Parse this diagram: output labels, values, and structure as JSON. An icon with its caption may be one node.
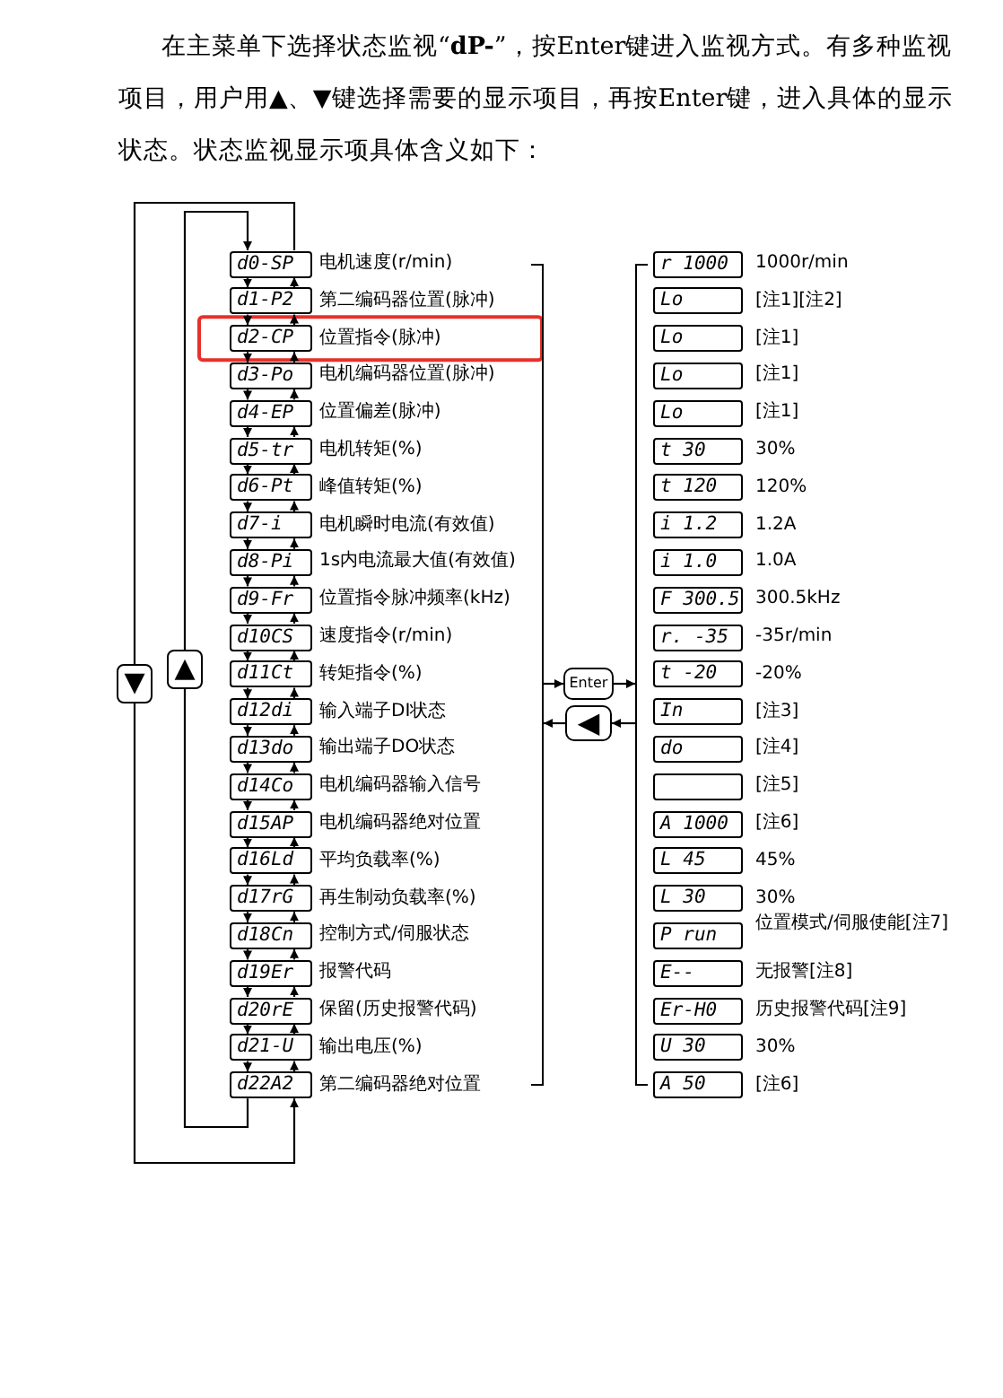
{
  "diagram": {
    "nodes": [
      {
        "text": [
          "d0-SP"
        ],
        "beside": [
          "电机速度(r/min)"
        ]
      },
      {
        "text": [
          "d1-P2"
        ],
        "beside": [
          "第二编码器位置(脉冲)"
        ]
      },
      {
        "text": [
          "d2-CP"
        ],
        "beside": [
          "位置指令(脉冲)"
        ]
      },
      {
        "text": [
          "d3-Po"
        ],
        "beside": [
          "电机编码器位置(脉冲)"
        ]
      },
      {
        "text": [
          "d4-EP"
        ],
        "beside": [
          "位置偏差(脉冲)"
        ]
      },
      {
        "text": [
          "d5-tr"
        ],
        "beside": [
          "电机转矩(%)"
        ]
      },
      {
        "text": [
          "d6-Pt"
        ],
        "beside": [
          "峰值转矩(%)"
        ]
      },
      {
        "text": [
          "d7-i"
        ],
        "beside": [
          "电机瞬时电流(有效值)"
        ]
      },
      {
        "text": [
          "d8-Pi"
        ],
        "beside": [
          "1s内电流最大值(有效值)"
        ]
      },
      {
        "text": [
          "d9-Fr"
        ],
        "beside": [
          "位置指令脉冲频率(kHz)"
        ]
      },
      {
        "text": [
          "d10CS"
        ],
        "beside": [
          "速度指令(r/min)"
        ]
      },
      {
        "text": [
          "d11Ct"
        ],
        "beside": [
          "转矩指令(%)"
        ]
      },
      {
        "text": [
          "d12di"
        ],
        "beside": [
          "输入端子DI状态"
        ]
      },
      {
        "text": [
          "d13do"
        ],
        "beside": [
          "输出端子DO状态"
        ]
      },
      {
        "text": [
          "d14Co"
        ],
        "beside": [
          "电机编码器输入信号"
        ]
      },
      {
        "text": [
          "d15AP"
        ],
        "beside": [
          "电机编码器绝对位置"
        ]
      },
      {
        "text": [
          "d16Ld"
        ],
        "beside": [
          "平均负载率(%)"
        ]
      },
      {
        "text": [
          "d17rG"
        ],
        "beside": [
          "再生制动负载率(%)"
        ]
      },
      {
        "text": [
          "d18Cn"
        ],
        "beside": [
          "控制方式/伺服状态"
        ]
      },
      {
        "text": [
          "d19Er"
        ],
        "beside": [
          "报警代码"
        ]
      },
      {
        "text": [
          "d20rE"
        ],
        "beside": [
          "保留(历史报警代码)"
        ]
      },
      {
        "text": [
          "d21-U"
        ],
        "beside": [
          "输出电压(%)"
        ]
      },
      {
        "text": [
          "d22A2"
        ],
        "beside": [
          "第二编码器绝对位置"
        ]
      },
      {
        "text": [
          "r 1000"
        ],
        "beside": [
          "1000r/min"
        ]
      },
      {
        "text": [
          "Lo"
        ],
        "beside": [
          "[注1][注2]"
        ]
      },
      {
        "text": [
          "Lo"
        ],
        "beside": [
          "[注1]"
        ]
      },
      {
        "text": [
          "Lo"
        ],
        "beside": [
          "[注1]"
        ]
      },
      {
        "text": [
          "Lo"
        ],
        "beside": [
          "[注1]"
        ]
      },
      {
        "text": [
          "t 30"
        ],
        "beside": [
          "30%"
        ]
      },
      {
        "text": [
          "t 120"
        ],
        "beside": [
          "120%"
        ]
      },
      {
        "text": [
          "i 1.2"
        ],
        "beside": [
          "1.2A"
        ]
      },
      {
        "text": [
          "i 1.0"
        ],
        "beside": [
          "1.0A"
        ]
      },
      {
        "text": [
          "F 300.5"
        ],
        "beside": [
          "300.5kHz"
        ]
      },
      {
        "text": [
          "r. -35"
        ],
        "beside": [
          "-35r/min"
        ]
      },
      {
        "text": [
          "t -20"
        ],
        "beside": [
          "-20%"
        ]
      },
      {
        "text": [
          "In"
        ],
        "beside": [
          "[注3]"
        ]
      },
      {
        "text": [
          "do"
        ],
        "beside": [
          "[注4]"
        ]
      },
      {
        "text": [],
        "shape": "box",
        "beside": [
          "[注5]"
        ]
      },
      {
        "text": [
          "A 1000"
        ],
        "beside": [
          "[注6]"
        ]
      },
      {
        "text": [
          "L 45"
        ],
        "beside": [
          "45%"
        ]
      },
      {
        "text": [
          "L 30"
        ],
        "beside": [
          "30%"
        ]
      },
      {
        "text": [
          "P run"
        ],
        "beside": [
          "位置模式/伺服使能[注7]"
        ]
      },
      {
        "text": [
          "E--"
        ],
        "beside": [
          "无报警[注8]"
        ]
      },
      {
        "text": [
          "Er-H0"
        ],
        "beside": [
          "历史报警代码[注9]"
        ]
      },
      {
        "text": [
          "U 30"
        ],
        "beside": [
          "30%"
        ]
      },
      {
        "text": [
          "A 50"
        ],
        "beside": [
          "[注6]"
        ]
      },
      {
        "text": [
          "Enter"
        ]
      },
      {
        "text": [
          "◀"
        ]
      },
      {
        "text": [],
        "shape": "bar"
      },
      {
        "text": [],
        "shape": "bar"
      }
    ],
    "edges": [
      {
        "from": 0,
        "to": 1,
        "arrow": "to"
      },
      {
        "from": 1,
        "to": 0,
        "arrow": "to"
      },
      {
        "from": 1,
        "to": 2,
        "arrow": "to"
      },
      {
        "from": 2,
        "to": 1,
        "arrow": "to"
      },
      {
        "from": 2,
        "to": 3,
        "arrow": "to"
      },
      {
        "from": 3,
        "to": 2,
        "arrow": "to"
      },
      {
        "from": 3,
        "to": 4,
        "arrow": "to"
      },
      {
        "from": 4,
        "to": 3,
        "arrow": "to"
      },
      {
        "from": 4,
        "to": 5,
        "arrow": "to"
      },
      {
        "from": 5,
        "to": 4,
        "arrow": "to"
      },
      {
        "from": 5,
        "to": 6,
        "arrow": "to"
      },
      {
        "from": 6,
        "to": 5,
        "arrow": "to"
      },
      {
        "from": 6,
        "to": 7,
        "arrow": "to"
      },
      {
        "from": 7,
        "to": 6,
        "arrow": "to"
      },
      {
        "from": 7,
        "to": 8,
        "arrow": "to"
      },
      {
        "from": 8,
        "to": 7,
        "arrow": "to"
      },
      {
        "from": 8,
        "to": 9,
        "arrow": "to"
      },
      {
        "from": 9,
        "to": 8,
        "arrow": "to"
      },
      {
        "from": 9,
        "to": 10,
        "arrow": "to"
      },
      {
        "from": 10,
        "to": 9,
        "arrow": "to"
      },
      {
        "from": 10,
        "to": 11,
        "arrow": "to"
      },
      {
        "from": 11,
        "to": 10,
        "arrow": "to"
      },
      {
        "from": 11,
        "to": 12,
        "arrow": "to"
      },
      {
        "from": 12,
        "to": 11,
        "arrow": "to"
      },
      {
        "from": 12,
        "to": 13,
        "arrow": "to"
      },
      {
        "from": 13,
        "to": 12,
        "arrow": "to"
      },
      {
        "from": 13,
        "to": 14,
        "arrow": "to"
      },
      {
        "from": 14,
        "to": 13,
        "arrow": "to"
      },
      {
        "from": 14,
        "to": 15,
        "arrow": "to"
      },
      {
        "from": 15,
        "to": 14,
        "arrow": "to"
      },
      {
        "from": 15,
        "to": 16,
        "arrow": "to"
      },
      {
        "from": 16,
        "to": 15,
        "arrow": "to"
      },
      {
        "from": 16,
        "to": 17,
        "arrow": "to"
      },
      {
        "from": 17,
        "to": 16,
        "arrow": "to"
      },
      {
        "from": 17,
        "to": 18,
        "arrow": "to"
      },
      {
        "from": 18,
        "to": 17,
        "arrow": "to"
      },
      {
        "from": 18,
        "to": 19,
        "arrow": "to"
      },
      {
        "from": 19,
        "to": 18,
        "arrow": "to"
      },
      {
        "from": 19,
        "to": 20,
        "arrow": "to"
      },
      {
        "from": 20,
        "to": 19,
        "arrow": "to"
      },
      {
        "from": 20,
        "to": 21,
        "arrow": "to"
      },
      {
        "from": 21,
        "to": 20,
        "arrow": "to"
      },
      {
        "from": 21,
        "to": 22,
        "arrow": "to"
      },
      {
        "from": 22,
        "to": 21,
        "arrow": "to"
      },
      {
        "from": 22,
        "to": 0,
        "arrow": "to",
        "label": "▲"
      },
      {
        "from": 0,
        "to": 22,
        "arrow": "to",
        "label": "▼"
      },
      {
        "from": 48,
        "to": 46,
        "arrow": "to"
      },
      {
        "from": 46,
        "to": 49,
        "arrow": "to"
      },
      {
        "from": 49,
        "to": 47,
        "arrow": "to"
      },
      {
        "from": 47,
        "to": 48,
        "arrow": "to"
      }
    ],
    "labels": [
      "在主菜单下选择状态监视“**dP-**”，按Enter键进入监视方式。有多种监视项目，用户用▲、▼键选择需要的显示项目，再按Enter键，进入具体的显示状态。状态监视显示项具体含义如下："
    ]
  }
}
